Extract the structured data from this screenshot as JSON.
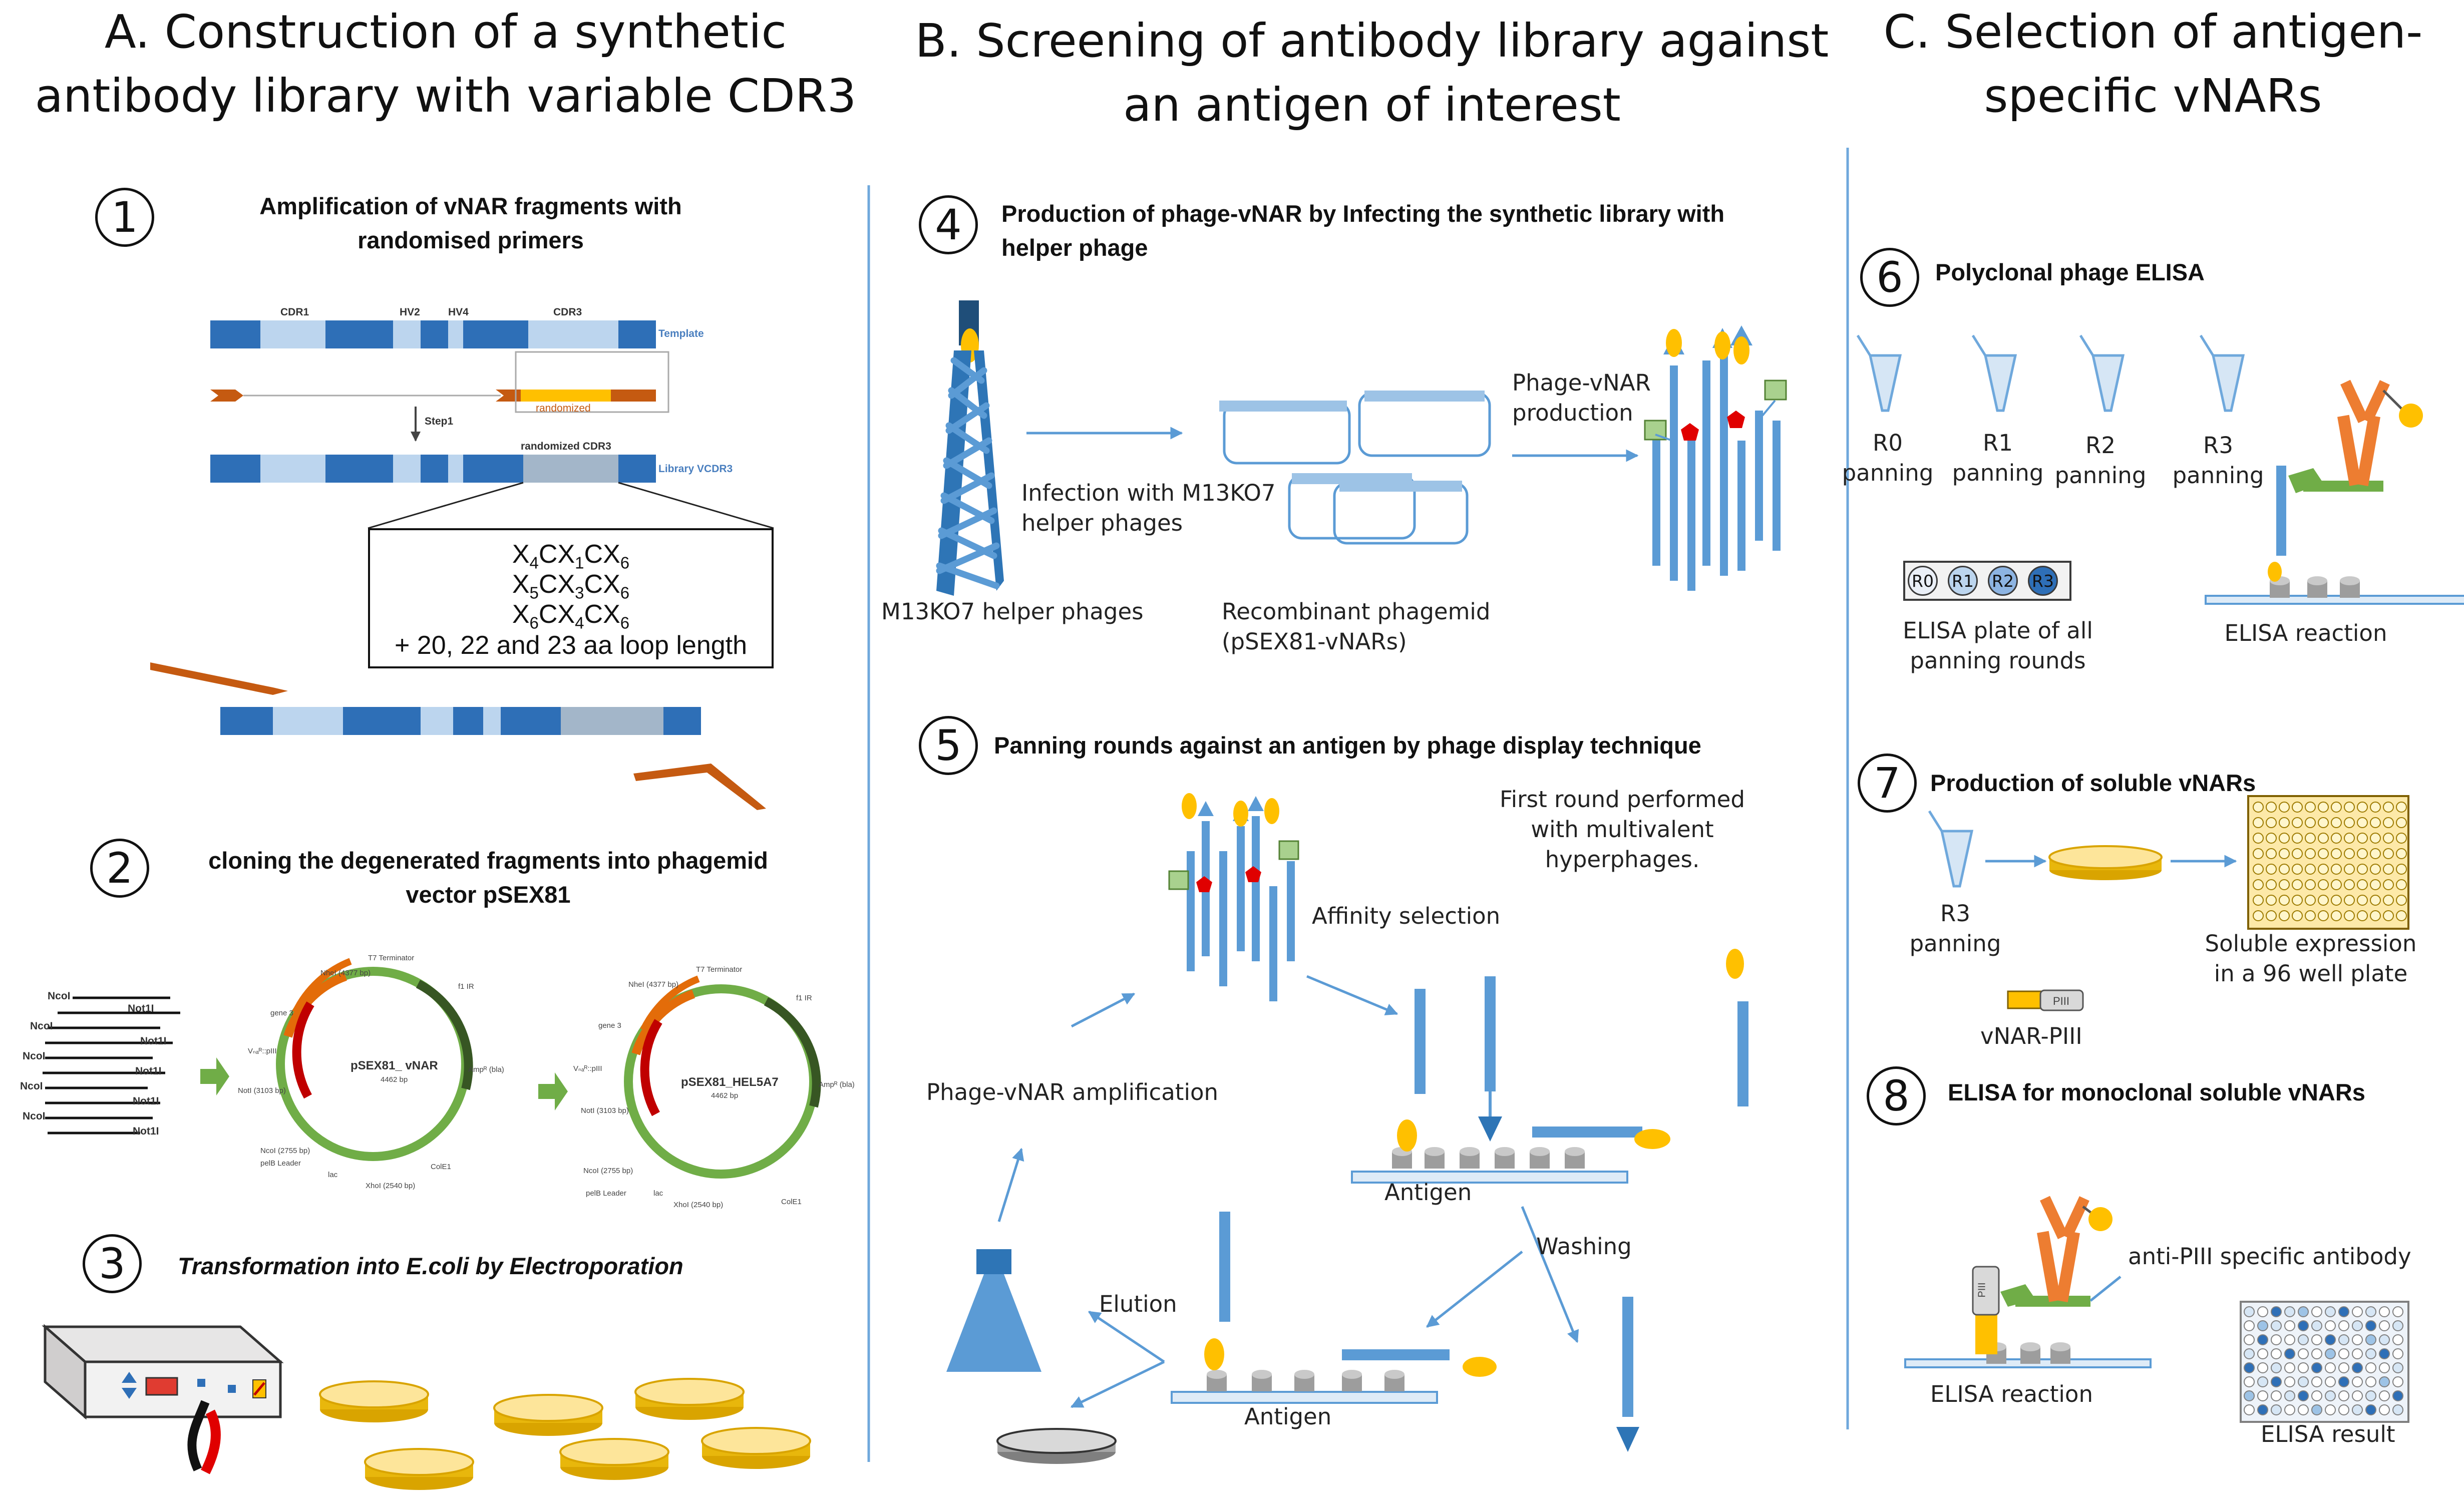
{
  "columns": {
    "a": "A. Construction of a synthetic\nantibody library with variable CDR3",
    "b": "B. Screening of antibody library against\nan antigen of interest",
    "c": "C. Selection of antigen-\nspecific vNARs"
  },
  "steps": [
    {
      "num": "1",
      "title": "Amplification of vNAR fragments with\nrandomised primers"
    },
    {
      "num": "2",
      "title": "cloning the degenerated fragments into phagemid\nvector pSEX81"
    },
    {
      "num": "3",
      "title": "Transformation into E.coli by Electroporation"
    },
    {
      "num": "4",
      "title": "Production of phage-vNAR by Infecting the synthetic library with\nhelper phage"
    },
    {
      "num": "5",
      "title": "Panning rounds against an antigen by phage display technique"
    },
    {
      "num": "6",
      "title": "Polyclonal phage ELISA"
    },
    {
      "num": "7",
      "title": "Production of soluble vNARs"
    },
    {
      "num": "8",
      "title": "ELISA for monoclonal soluble vNARs"
    }
  ],
  "step1": {
    "template_regions": [
      "CDR1",
      "HV2",
      "HV4",
      "CDR3"
    ],
    "template_label": "Template",
    "randomized_label": "randomized",
    "step_label": "Step1",
    "randomized_cdr3_label": "randomized CDR3",
    "library_label": "Library VCDR3",
    "motifs": [
      {
        "a": "X",
        "a_sub": "4",
        "b": "CX",
        "b_sub": "1",
        "c": "CX",
        "c_sub": "6"
      },
      {
        "a": "X",
        "a_sub": "5",
        "b": "CX",
        "b_sub": "3",
        "c": "CX",
        "c_sub": "6"
      },
      {
        "a": "X",
        "a_sub": "6",
        "b": "CX",
        "b_sub": "4",
        "c": "CX",
        "c_sub": "6"
      }
    ],
    "loop_length": "+ 20, 22 and 23 aa loop length"
  },
  "step2": {
    "fragment_left": "NcoI",
    "fragment_right": "Not1I",
    "plasmid1": {
      "name": "pSEX81_ vNAR",
      "size": "4462 bp"
    },
    "plasmid2": {
      "name": "pSEX81_HEL5A7",
      "size": "4462 bp"
    },
    "features": [
      "T7 Terminator",
      "f1 IR",
      "gene 3",
      "Ampᴿ (bla)",
      "ColE1",
      "pelB Leader",
      "lac",
      "NheI (4377 bp)",
      "NcoI (2755 bp)",
      "XhoI (2540 bp)",
      "NotI (3103 bp)",
      "Vₙₐᴿ::pIII"
    ]
  },
  "step4": {
    "helper_label": "M13KO7 helper phages",
    "infection_label": "Infection with M13KO7\nhelper phages",
    "phagemid_label": "Recombinant phagemid\n(pSEX81-vNARs)",
    "production_label": "Phage-vNAR\nproduction"
  },
  "step5": {
    "affinity_label": "Affinity selection",
    "first_round_label": "First round performed\nwith multivalent\nhyperphages.",
    "amplification_label": "Phage-vNAR amplification",
    "antigen_label_1": "Antigen",
    "washing_label": "Washing",
    "elution_label": "Elution",
    "antigen_label_2": "Antigen"
  },
  "step6": {
    "rounds": [
      "R0\npanning",
      "R1\npanning",
      "R2\npanning",
      "R3\npanning"
    ],
    "chips": [
      "R0",
      "R1",
      "R2",
      "R3"
    ],
    "plate_label": "ELISA plate of all\npanning rounds",
    "reaction_label": "ELISA reaction"
  },
  "step7": {
    "r3_label": "R3\npanning",
    "expression_label": "Soluble expression\nin a 96 well plate",
    "vnar_piii_label": "vNAR-PIII",
    "piii_tag": "PIII"
  },
  "step8": {
    "antibody_label": "anti-PIII specific antibody",
    "reaction_label": "ELISA reaction",
    "result_label": "ELISA result",
    "piii_tag": "PIII"
  },
  "colors": {
    "dark_blue": "#2e6fb7",
    "light_blue": "#bcd5ee",
    "phage_blue": "#5b9bd5",
    "orange": "#c55a11",
    "yellow": "#ffc000",
    "plate_tan": "#fde59a",
    "green": "#70ad47",
    "red": "#e00000",
    "divider": "#6fa8dc"
  }
}
